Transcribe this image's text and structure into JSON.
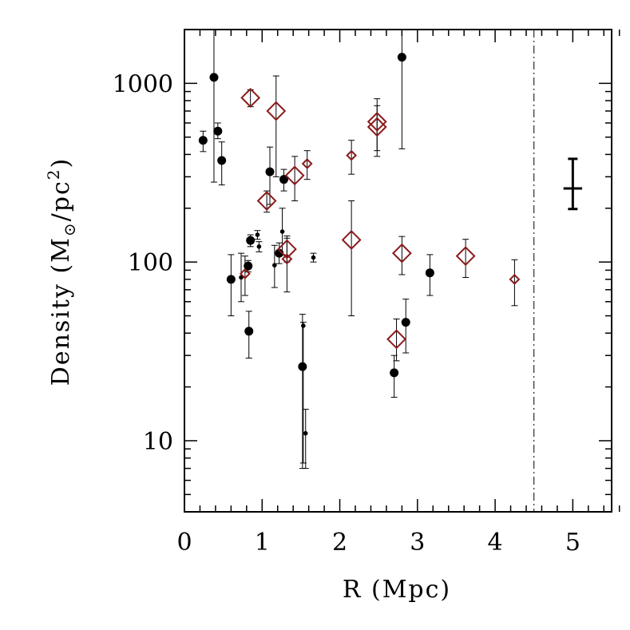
{
  "chart_data": {
    "type": "scatter",
    "xlabel": "R (Mpc)",
    "ylabel": {
      "prefix": "Density (M",
      "sub": "⊙",
      "mid": "/pc",
      "sup": "2",
      "suffix": ")"
    },
    "xlim": [
      0,
      5.5
    ],
    "ylim": [
      4,
      2000
    ],
    "yscale": "log",
    "x_ticks": [
      0,
      1,
      2,
      3,
      4,
      5
    ],
    "x_tick_labels": [
      "0",
      "1",
      "2",
      "3",
      "4",
      "5"
    ],
    "y_ticks": [
      10,
      100,
      1000
    ],
    "y_tick_labels": [
      "10",
      "100",
      "1000"
    ],
    "grid": false,
    "vline": {
      "x": 4.5,
      "style": "dash-dot"
    },
    "colors": {
      "black": "#000000",
      "red": "#8b1a1a"
    },
    "series": [
      {
        "marker": "circle",
        "color": "#000000",
        "points": [
          {
            "x": 0.24,
            "y": 480,
            "lo": 415,
            "hi": 540,
            "size": "large"
          },
          {
            "x": 0.38,
            "y": 1080,
            "lo": 280,
            "hi": 2000,
            "size": "large"
          },
          {
            "x": 0.43,
            "y": 540,
            "lo": 490,
            "hi": 600,
            "size": "large"
          },
          {
            "x": 0.48,
            "y": 370,
            "lo": 270,
            "hi": 470,
            "size": "large"
          },
          {
            "x": 0.6,
            "y": 80,
            "lo": 50,
            "hi": 110,
            "size": "large"
          },
          {
            "x": 0.73,
            "y": 82,
            "lo": 60,
            "hi": 112,
            "size": "small"
          },
          {
            "x": 0.82,
            "y": 95,
            "lo": 88,
            "hi": 102,
            "size": "large"
          },
          {
            "x": 0.83,
            "y": 41,
            "lo": 29,
            "hi": 53,
            "size": "large"
          },
          {
            "x": 0.85,
            "y": 132,
            "lo": 122,
            "hi": 142,
            "size": "large"
          },
          {
            "x": 0.94,
            "y": 142,
            "lo": 134,
            "hi": 150,
            "size": "small"
          },
          {
            "x": 0.96,
            "y": 122,
            "lo": 114,
            "hi": 130,
            "size": "small"
          },
          {
            "x": 1.1,
            "y": 320,
            "lo": 210,
            "hi": 440,
            "size": "large"
          },
          {
            "x": 1.16,
            "y": 96,
            "lo": 72,
            "hi": 124,
            "size": "small"
          },
          {
            "x": 1.22,
            "y": 112,
            "lo": 98,
            "hi": 128,
            "size": "large"
          },
          {
            "x": 1.26,
            "y": 148,
            "lo": 110,
            "hi": 200,
            "size": "small"
          },
          {
            "x": 1.28,
            "y": 290,
            "lo": 250,
            "hi": 330,
            "size": "large"
          },
          {
            "x": 1.52,
            "y": 26,
            "lo": 7,
            "hi": 51,
            "size": "large"
          },
          {
            "x": 1.53,
            "y": 44,
            "lo": 7.5,
            "hi": 46,
            "size": "small"
          },
          {
            "x": 1.56,
            "y": 11,
            "lo": 7,
            "hi": 15,
            "size": "small"
          },
          {
            "x": 1.66,
            "y": 106,
            "lo": 100,
            "hi": 112,
            "size": "small"
          },
          {
            "x": 2.7,
            "y": 24,
            "lo": 17.5,
            "hi": 30,
            "size": "large"
          },
          {
            "x": 2.8,
            "y": 1400,
            "lo": 430,
            "hi": 2000,
            "size": "large"
          },
          {
            "x": 2.85,
            "y": 46,
            "lo": 31,
            "hi": 62,
            "size": "large"
          },
          {
            "x": 3.16,
            "y": 87,
            "lo": 65,
            "hi": 110,
            "size": "large"
          }
        ]
      },
      {
        "marker": "diamond",
        "color": "#8b1a1a",
        "points": [
          {
            "x": 0.78,
            "y": 86,
            "lo": 65,
            "hi": 108,
            "size": "small"
          },
          {
            "x": 0.85,
            "y": 830,
            "lo": 740,
            "hi": 920,
            "size": "large"
          },
          {
            "x": 1.06,
            "y": 220,
            "lo": 190,
            "hi": 250,
            "size": "large"
          },
          {
            "x": 1.18,
            "y": 700,
            "lo": 300,
            "hi": 1100,
            "size": "large"
          },
          {
            "x": 1.32,
            "y": 118,
            "lo": 100,
            "hi": 136,
            "size": "large"
          },
          {
            "x": 1.32,
            "y": 104,
            "lo": 68,
            "hi": 140,
            "size": "small"
          },
          {
            "x": 1.42,
            "y": 305,
            "lo": 220,
            "hi": 390,
            "size": "large"
          },
          {
            "x": 1.58,
            "y": 355,
            "lo": 290,
            "hi": 420,
            "size": "small"
          },
          {
            "x": 2.15,
            "y": 133,
            "lo": 50,
            "hi": 220,
            "size": "large"
          },
          {
            "x": 2.15,
            "y": 395,
            "lo": 310,
            "hi": 480,
            "size": "small"
          },
          {
            "x": 2.48,
            "y": 570,
            "lo": 390,
            "hi": 750,
            "size": "large"
          },
          {
            "x": 2.48,
            "y": 610,
            "lo": 420,
            "hi": 820,
            "size": "large"
          },
          {
            "x": 2.73,
            "y": 37,
            "lo": 28,
            "hi": 48,
            "size": "large"
          },
          {
            "x": 2.8,
            "y": 112,
            "lo": 85,
            "hi": 139,
            "size": "large"
          },
          {
            "x": 3.62,
            "y": 108,
            "lo": 82,
            "hi": 134,
            "size": "large"
          },
          {
            "x": 4.25,
            "y": 80,
            "lo": 57,
            "hi": 103,
            "size": "small"
          }
        ]
      }
    ],
    "annotation": {
      "type": "typical-error-cross",
      "x": 5.0,
      "y": 258,
      "ylo": 198,
      "yhi": 378,
      "xlo": 4.88,
      "xhi": 5.12
    }
  }
}
